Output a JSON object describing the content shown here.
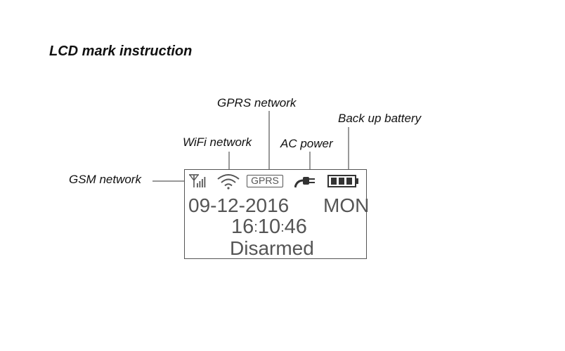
{
  "title": "LCD mark instruction",
  "callouts": {
    "gsm": "GSM network",
    "wifi": "WiFi network",
    "gprs": "GPRS network",
    "ac": "AC power",
    "battery": "Back up battery"
  },
  "lcd": {
    "gprs_badge": "GPRS",
    "date": "09-12-2016",
    "day": "MON",
    "time": {
      "hours": "16",
      "minutes": "10",
      "seconds": "46",
      "separator": ":"
    },
    "status": "Disarmed",
    "icons": [
      "gsm-signal-icon",
      "wifi-icon",
      "gprs-badge",
      "ac-plug-icon",
      "battery-icon"
    ]
  },
  "colors": {
    "text": "#111111",
    "lcd_gray": "#555555",
    "background": "#ffffff"
  }
}
